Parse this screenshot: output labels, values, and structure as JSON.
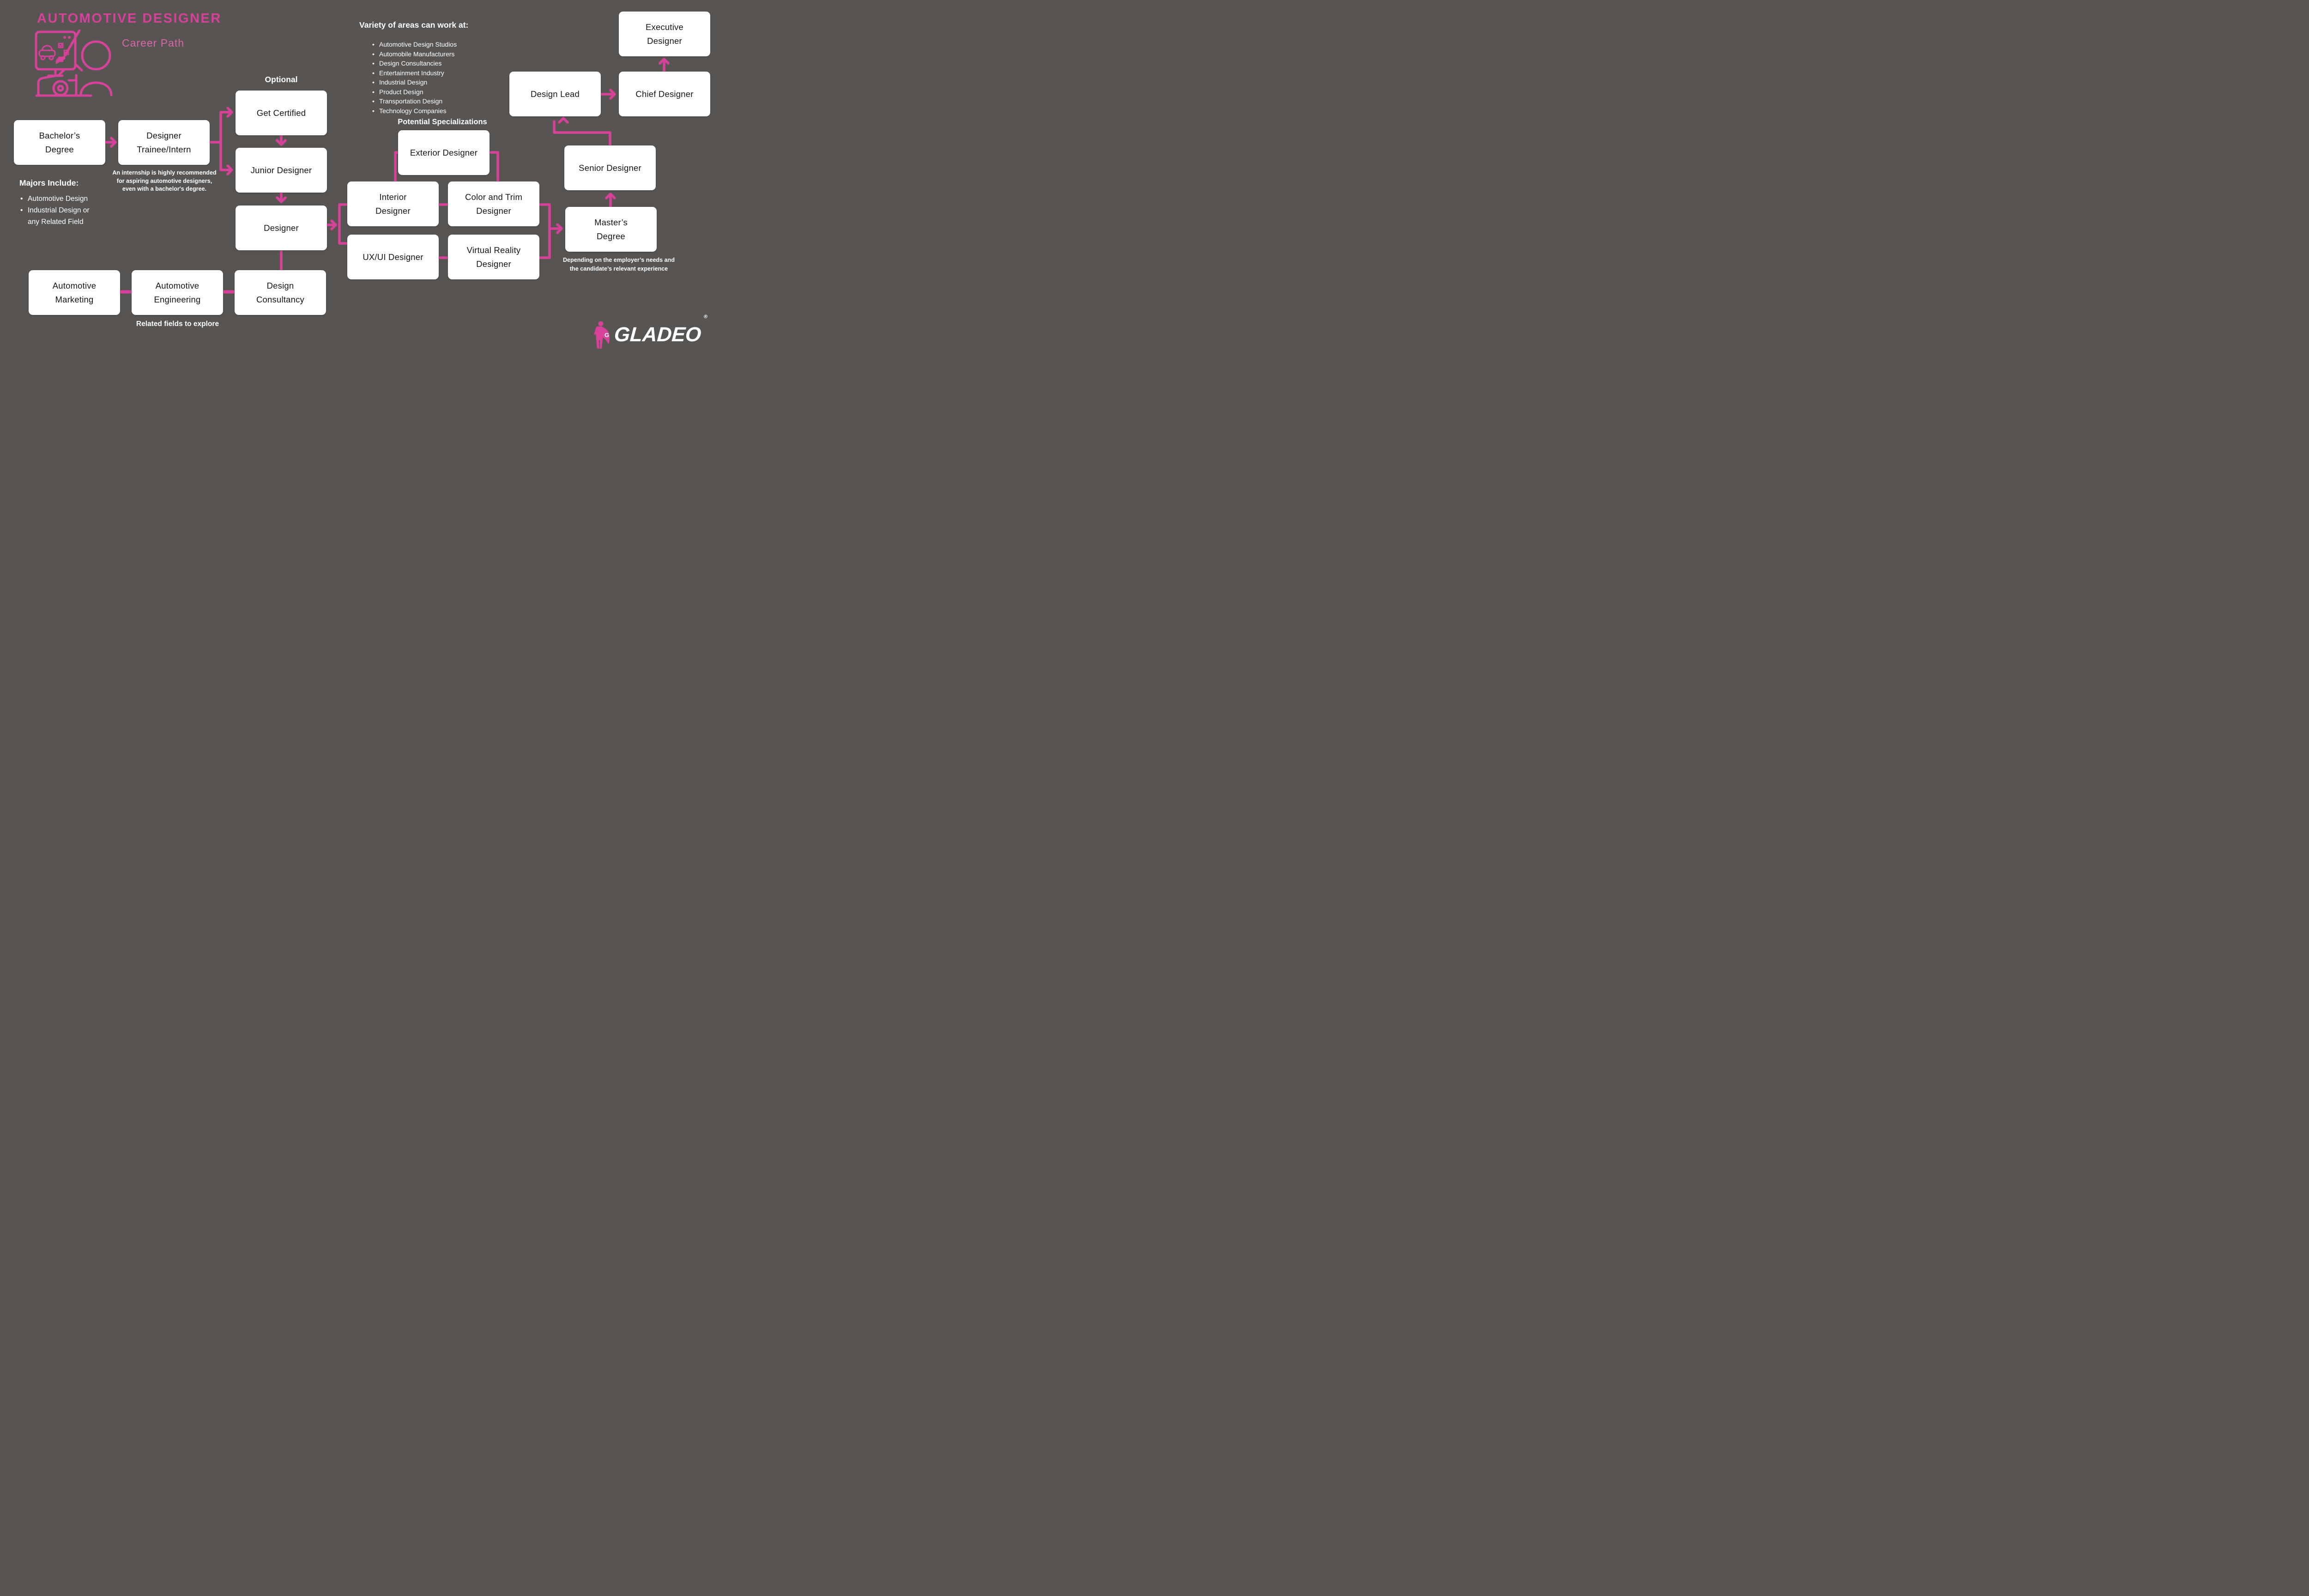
{
  "title": "AUTOMOTIVE DESIGNER",
  "subtitle": "Career Path",
  "colors": {
    "background": "#575452",
    "accent_pink": "#D6419A",
    "box_background": "#FFFFFF",
    "box_text": "#161616",
    "text_white": "#FFFFFF"
  },
  "boxes": [
    {
      "id": "bachelors-degree",
      "label": "Bachelor’s\nDegree"
    },
    {
      "id": "designer-trainee-intern",
      "label": "Designer\nTrainee/Intern"
    },
    {
      "id": "get-certified",
      "label": "Get Certified"
    },
    {
      "id": "junior-designer",
      "label": "Junior Designer"
    },
    {
      "id": "designer",
      "label": "Designer"
    },
    {
      "id": "design-consultancy",
      "label": "Design\nConsultancy"
    },
    {
      "id": "automotive-engineering",
      "label": "Automotive\nEngineering"
    },
    {
      "id": "automotive-marketing",
      "label": "Automotive\nMarketing"
    },
    {
      "id": "exterior-designer",
      "label": "Exterior Designer"
    },
    {
      "id": "interior-designer",
      "label": "Interior\nDesigner"
    },
    {
      "id": "color-and-trim-designer",
      "label": "Color and Trim\nDesigner"
    },
    {
      "id": "uxui-designer",
      "label": "UX/UI Designer"
    },
    {
      "id": "virtual-reality-designer",
      "label": "Virtual Reality\nDesigner"
    },
    {
      "id": "masters-degree",
      "label": "Master’s\nDegree"
    },
    {
      "id": "senior-designer",
      "label": "Senior Designer"
    },
    {
      "id": "design-lead",
      "label": "Design Lead"
    },
    {
      "id": "chief-designer",
      "label": "Chief Designer"
    },
    {
      "id": "executive-designer",
      "label": "Executive\nDesigner"
    }
  ],
  "labels": {
    "optional": "Optional",
    "potential_specializations": "Potential Specializations",
    "related_fields": "Related fields to explore"
  },
  "majors": {
    "heading": "Majors Include:",
    "items": [
      "Automotive Design",
      "Industrial Design or\nany Related Field"
    ]
  },
  "work_areas": {
    "heading": "Variety of areas can work at:",
    "items": [
      "Automotive Design Studios",
      "Automobile Manufacturers",
      "Design Consultancies",
      "Entertainment Industry",
      "Industrial Design",
      "Product Design",
      "Transportation Design",
      "Technology Companies"
    ]
  },
  "notes": {
    "internship": "An internship is highly recommended\nfor aspiring automotive designers,\neven with a bachelor's degree.",
    "depending": "Depending on the employer’s needs and\nthe candidate’s relevant experience"
  },
  "logo": {
    "brand": "GLADEO",
    "registered": "®"
  }
}
